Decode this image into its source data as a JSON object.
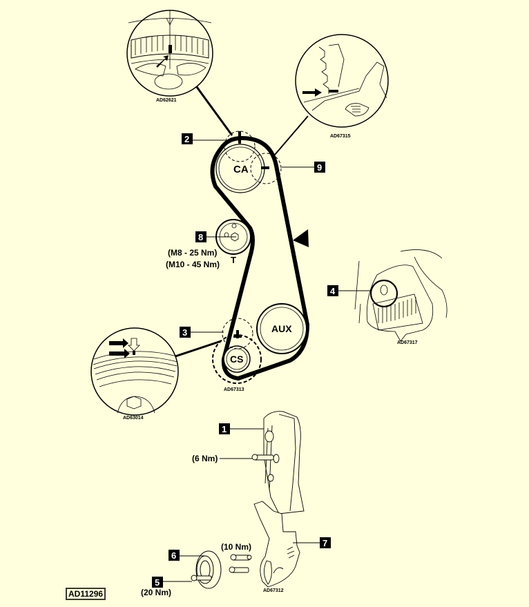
{
  "figure": {
    "reference_code": "AD11296",
    "background_color": "#FFFFDD",
    "ink_color": "#000000"
  },
  "pulleys": {
    "camshaft": "CA",
    "tensioner": "T",
    "auxiliary": "AUX",
    "crankshaft": "CS"
  },
  "callouts": [
    {
      "number": "1",
      "target": "upper timing cover"
    },
    {
      "number": "2",
      "target": "camshaft timing mark"
    },
    {
      "number": "3",
      "target": "crankshaft timing mark"
    },
    {
      "number": "4",
      "target": "crankshaft sprocket check"
    },
    {
      "number": "5",
      "target": "crankshaft pulley bolt"
    },
    {
      "number": "6",
      "target": "crankshaft pulley"
    },
    {
      "number": "7",
      "target": "lower timing cover"
    },
    {
      "number": "8",
      "target": "tensioner bolt"
    },
    {
      "number": "9",
      "target": "camshaft sprocket check"
    }
  ],
  "torques": {
    "tensioner_m8": "(M8 - 25 Nm)",
    "tensioner_m10": "(M10 - 45 Nm)",
    "upper_cover": "(6 Nm)",
    "lower_cover": "(10 Nm)",
    "pulley_bolt": "(20 Nm)"
  },
  "insets": {
    "camshaft_mark": "AD62621",
    "camshaft_check": "AD67315",
    "crankshaft_check": "AD67317",
    "crankshaft_mark": "AD63014",
    "belt_layout": "AD67313",
    "covers": "AD67312"
  }
}
